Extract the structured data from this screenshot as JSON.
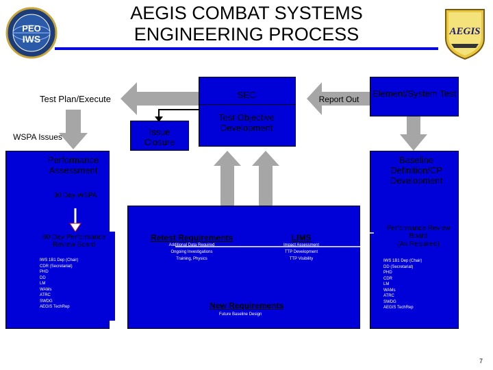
{
  "title_line1": "AEGIS COMBAT SYSTEMS",
  "title_line2": "ENGINEERING PROCESS",
  "logos": {
    "left": {
      "text_top": "PEO",
      "text_bottom": "IWS"
    },
    "right": {
      "text": "AEGIS"
    }
  },
  "nodes": {
    "test_plan": "Test Plan/Execute",
    "sec": "SEC",
    "report_out": "Report Out",
    "element_system_test": "Element/System Test",
    "wspa_issues": "WSPA Issues",
    "issue_closure": "Issue Closure",
    "test_objective": "Test Objective Development",
    "performance_assessment": "Performance Assessment",
    "baseline_definition": "Baseline Definition/CP Development",
    "thirty_day": "30 Day WSPA",
    "sixty_day": "60 Day Performance Review Board",
    "sixty_day_members": [
      "IWS 1B1 Dep (Chair)",
      "CDR (Secretariat)",
      "PHD",
      "DD",
      "LM",
      "WAMs",
      "ATRC",
      "SWDG",
      "AEGIS TechRep"
    ],
    "retest": "Retest Requirements",
    "retest_items": [
      "Additional Data Required",
      "Ongoing Investigations",
      "Training, Physics"
    ],
    "lims": "LIMS",
    "lims_items": [
      "Impact Assessment",
      "TTP Development",
      "TTP Visibility"
    ],
    "new_requirements": "New Requirements",
    "new_requirements_sub": "Future Baseline Design",
    "perf_review": "Performance Review Board",
    "perf_review_note": "(As Required)",
    "perf_review_members": [
      "IWS 1B1 Dep (Chair)",
      "DD (Secretariat)",
      "PHD",
      "CDR",
      "LM",
      "WAMs",
      "ATRC",
      "SWDG",
      "AEGIS TechRep"
    ]
  },
  "page_number": "7",
  "colors": {
    "blue": "#0000d9",
    "gray_arrow": "#a6a6a6",
    "rule": "#0000ff"
  }
}
